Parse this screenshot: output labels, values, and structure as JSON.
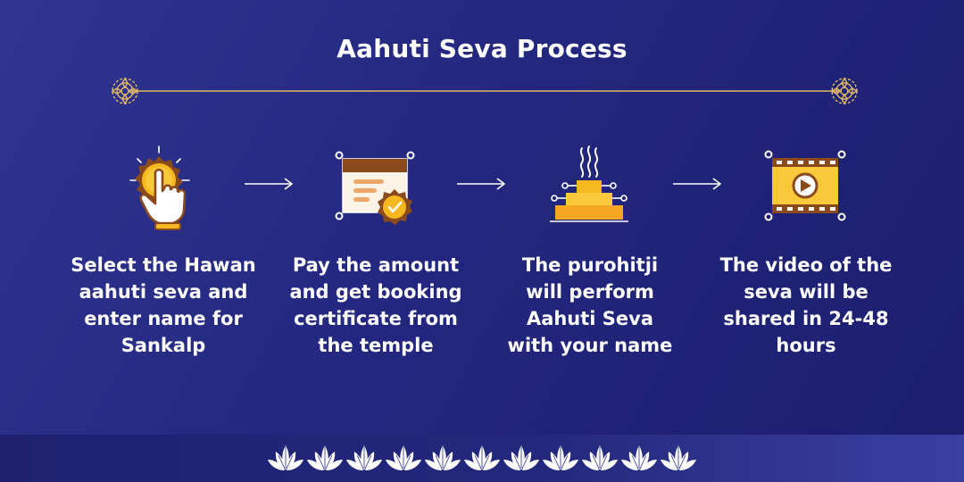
{
  "title": "Aahuti Seva Process",
  "colors": {
    "background": "#23277f",
    "accent": "#f5b821",
    "brown": "#8a4a1c",
    "gold_line": "#e0b868",
    "footer": "#2a2f88"
  },
  "steps": [
    {
      "icon": "hand-tap-icon",
      "lines": [
        "Select the Hawan",
        "aahuti seva and",
        "enter name for",
        "Sankalp"
      ]
    },
    {
      "icon": "certificate-icon",
      "lines": [
        "Pay the amount",
        "and get booking",
        "certificate from",
        "the temple"
      ]
    },
    {
      "icon": "hawan-kund-icon",
      "lines": [
        "The purohitji",
        "will perform",
        "Aahuti Seva",
        "with your name"
      ]
    },
    {
      "icon": "video-film-icon",
      "lines": [
        "The video of the",
        "seva will be",
        "shared in 24-48",
        "hours"
      ]
    }
  ],
  "footer": {
    "decoration": "lotus-icon",
    "lotus_count": 11
  }
}
